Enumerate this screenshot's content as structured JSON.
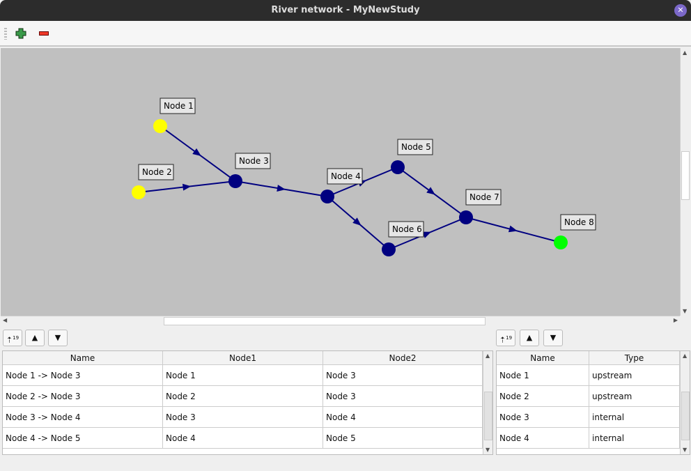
{
  "window": {
    "title": "River network - MyNewStudy",
    "close_icon": "close-icon"
  },
  "toolbar": {
    "add": "add-icon",
    "remove": "remove-icon"
  },
  "graph": {
    "background": "#c0c0c0",
    "edge_color": "#000080",
    "nodes": [
      {
        "label": "Node 1",
        "color": "#ffff00"
      },
      {
        "label": "Node 2",
        "color": "#ffff00"
      },
      {
        "label": "Node 3",
        "color": "#000080"
      },
      {
        "label": "Node 4",
        "color": "#000080"
      },
      {
        "label": "Node 5",
        "color": "#000080"
      },
      {
        "label": "Node 6",
        "color": "#000080"
      },
      {
        "label": "Node 7",
        "color": "#000080"
      },
      {
        "label": "Node 8",
        "color": "#00ff00"
      }
    ],
    "edges": [
      [
        "Node 1",
        "Node 3"
      ],
      [
        "Node 2",
        "Node 3"
      ],
      [
        "Node 3",
        "Node 4"
      ],
      [
        "Node 4",
        "Node 5"
      ],
      [
        "Node 4",
        "Node 6"
      ],
      [
        "Node 5",
        "Node 7"
      ],
      [
        "Node 6",
        "Node 7"
      ],
      [
        "Node 7",
        "Node 8"
      ]
    ]
  },
  "edges_table": {
    "headers": [
      "Name",
      "Node1",
      "Node2"
    ],
    "rows": [
      [
        "Node 1 -> Node 3",
        "Node 1",
        "Node 3"
      ],
      [
        "Node 2 -> Node 3",
        "Node 2",
        "Node 3"
      ],
      [
        "Node 3 -> Node 4",
        "Node 3",
        "Node 4"
      ],
      [
        "Node 4 -> Node 5",
        "Node 4",
        "Node 5"
      ]
    ]
  },
  "nodes_table": {
    "headers": [
      "Name",
      "Type"
    ],
    "rows": [
      [
        "Node 1",
        "upstream"
      ],
      [
        "Node 2",
        "upstream"
      ],
      [
        "Node 3",
        "internal"
      ],
      [
        "Node 4",
        "internal"
      ]
    ]
  }
}
